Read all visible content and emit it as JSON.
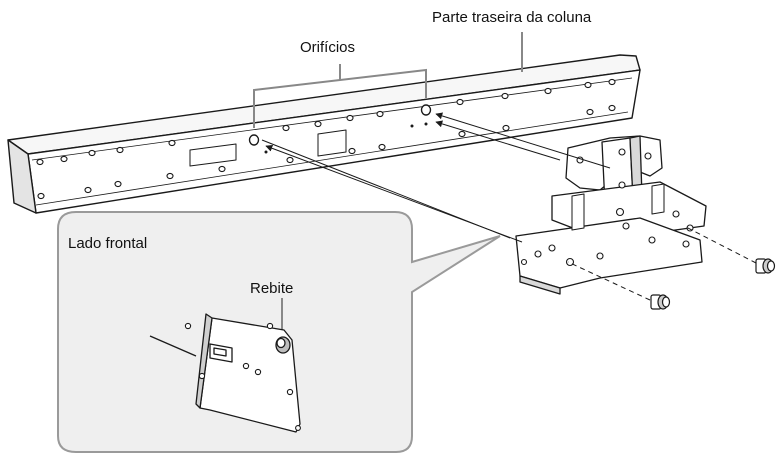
{
  "labels": {
    "speaker_back": "Parte traseira da coluna",
    "holes": "Orifícios",
    "front_side": "Lado frontal",
    "rivet": "Rebite"
  },
  "colors": {
    "line": "#1a1a1a",
    "panel_fill": "#efefef",
    "callout_border": "#9a9a9a",
    "bracket_shade": "#d9d9d9",
    "background": "#ffffff"
  },
  "icons": {
    "screw": "screw-icon",
    "hole": "hole-icon"
  }
}
